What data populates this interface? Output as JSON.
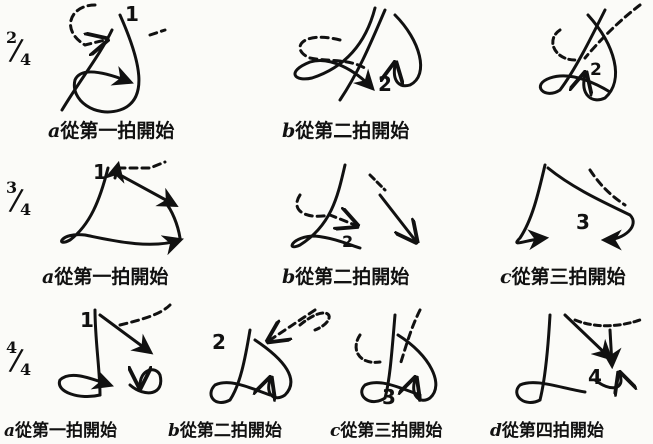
{
  "meters": {
    "m24": {
      "num": "2",
      "den": "4"
    },
    "m34": {
      "num": "3",
      "den": "4"
    },
    "m44": {
      "num": "4",
      "den": "4"
    }
  },
  "captions": {
    "r1a": {
      "letter": "a",
      "text": "從第一拍開始"
    },
    "r1b": {
      "letter": "b",
      "text": "從第二拍開始"
    },
    "r2a": {
      "letter": "a",
      "text": "從第一拍開始"
    },
    "r2b": {
      "letter": "b",
      "text": "從第二拍開始"
    },
    "r2c": {
      "letter": "c",
      "text": "從第三拍開始"
    },
    "r3a": {
      "letter": "a",
      "text": "從第一拍開始"
    },
    "r3b": {
      "letter": "b",
      "text": "從第二拍開始"
    },
    "r3c": {
      "letter": "c",
      "text": "從第三拍開始"
    },
    "r3d": {
      "letter": "d",
      "text": "從第四拍開始"
    }
  },
  "beat_numbers": {
    "r1a": "1",
    "r1b": "2",
    "r1c": "2",
    "r2a": "1",
    "r2b": "2",
    "r2c": "3",
    "r3a": "1",
    "r3b": "2",
    "r3c": "3",
    "r3d": "4"
  }
}
